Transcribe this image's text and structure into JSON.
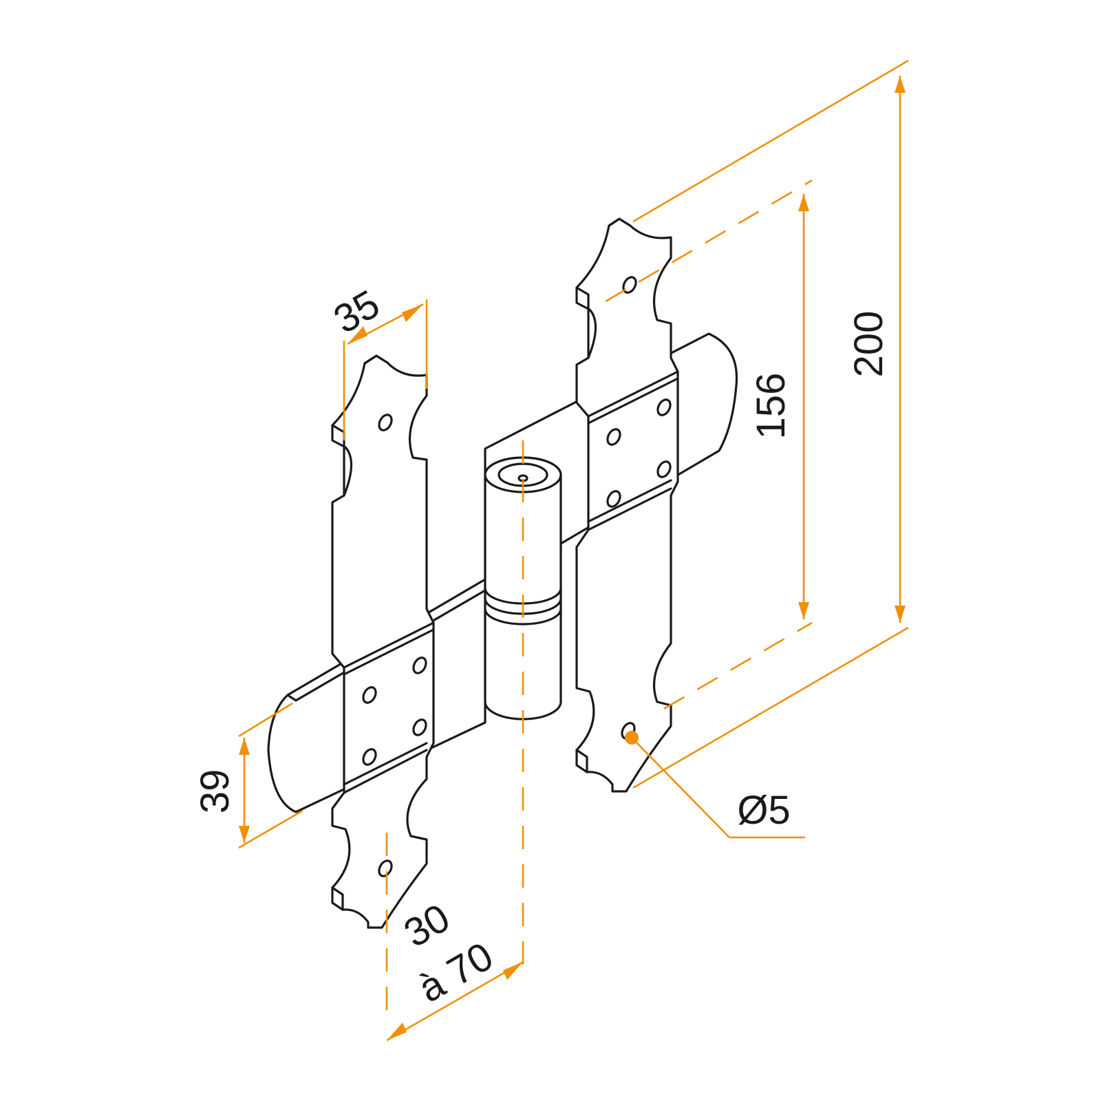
{
  "colors": {
    "dimension": "#f0900a",
    "outline": "#1a1a1a",
    "background": "#ffffff"
  },
  "dimensions": {
    "plate_width": "35",
    "height_total": "200",
    "hole_spacing": "156",
    "strap_width": "39",
    "hole_diameter": "Ø5",
    "offset_min": "30",
    "offset_max": "à 70"
  }
}
